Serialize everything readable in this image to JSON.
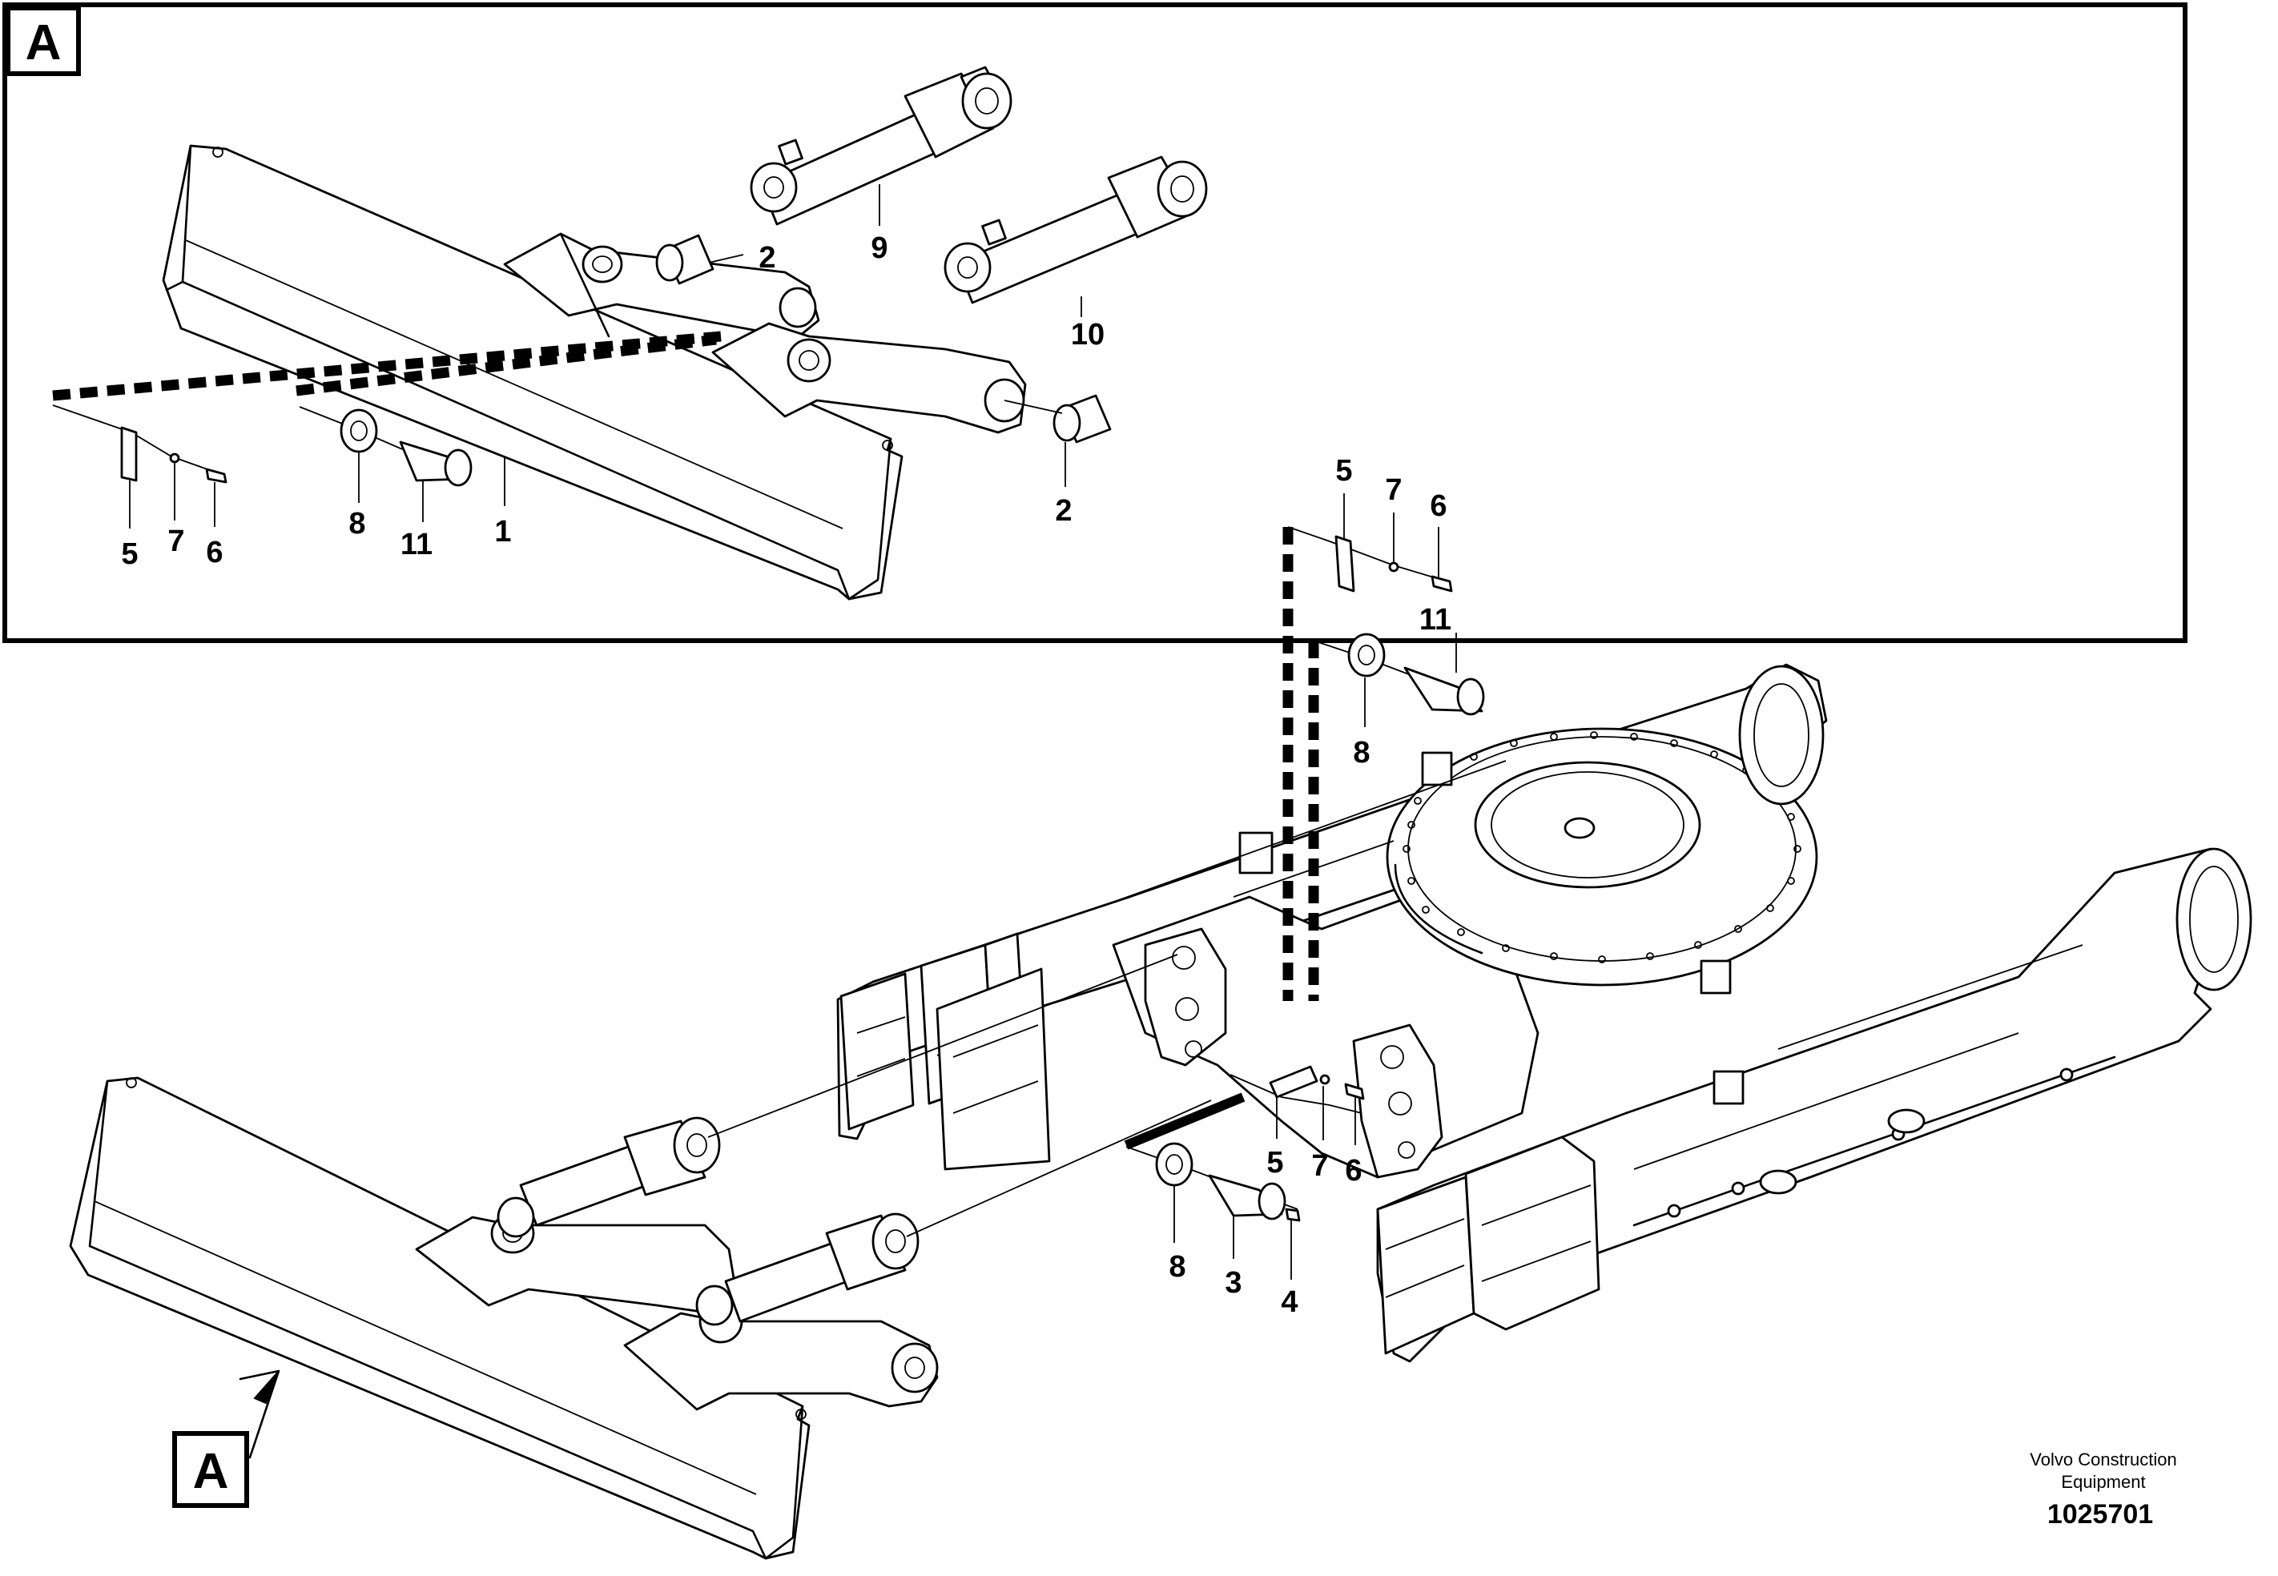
{
  "detail_box": {
    "key": "A",
    "labels": {
      "hydraulic_cylinder_upper": "9",
      "hydraulic_cylinder_lower": "10",
      "bushing_upper": "2",
      "bushing_lower": "2",
      "blade": "1",
      "washer": "8",
      "pin": "11",
      "lock_plate": "5",
      "lock_washer": "7",
      "bolt": "6"
    }
  },
  "main": {
    "callout_key": "A",
    "labels": {
      "lock_plate_top": "5",
      "lock_washer_top": "7",
      "bolt_top": "6",
      "pin_top": "11",
      "washer_top": "8",
      "lock_plate_mid": "5",
      "lock_washer_mid": "7",
      "bolt_mid": "6",
      "washer_bottom": "8",
      "pin_bottom": "3",
      "grease_nipple": "4"
    }
  },
  "footer": {
    "company_line1": "Volvo Construction",
    "company_line2": "Equipment",
    "doc_number": "1025701"
  }
}
